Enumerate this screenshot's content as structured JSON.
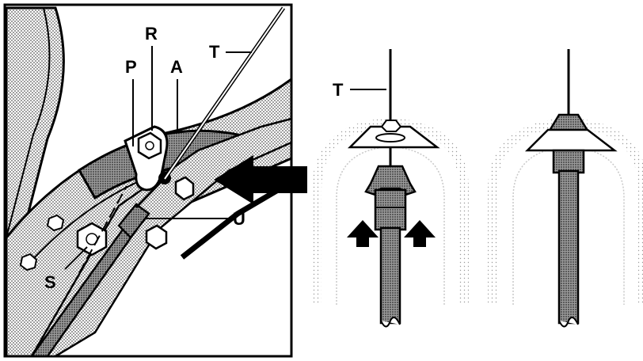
{
  "labels": {
    "r": "R",
    "p": "P",
    "a": "A",
    "t_left": "T",
    "u": "U",
    "s": "S",
    "t_mid": "T"
  },
  "colors": {
    "ink": "#000000",
    "paper": "#ffffff",
    "shade": "#8a8a8a",
    "light_shade": "#cfcfcf"
  }
}
